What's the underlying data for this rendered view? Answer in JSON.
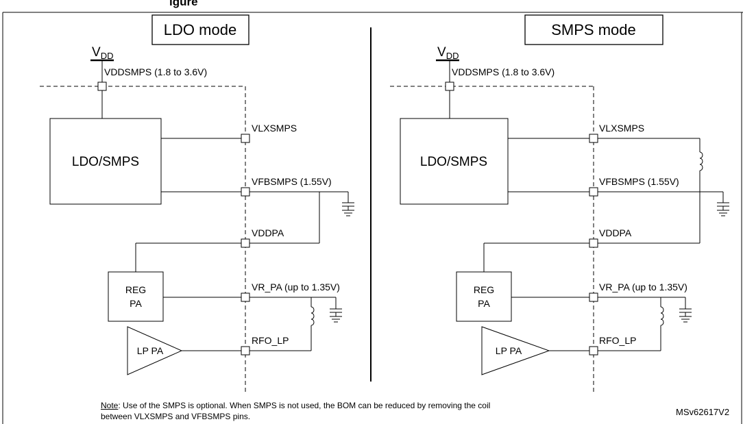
{
  "title_partial": "igure",
  "panels": [
    {
      "id": "ldo",
      "mode_label": "LDO mode",
      "supply_main": "V",
      "supply_sub": "DD",
      "supply_pin": "VDDSMPS (1.8 to 3.6V)",
      "block": "LDO/SMPS",
      "pins": [
        "VLXSMPS",
        "VFBSMPS (1.55V)",
        "VDDPA",
        "VR_PA (up to 1.35V)",
        "RFO_LP"
      ],
      "reg_line1": "REG",
      "reg_line2": "PA",
      "amp": "LP PA"
    },
    {
      "id": "smps",
      "mode_label": "SMPS mode",
      "supply_main": "V",
      "supply_sub": "DD",
      "supply_pin": "VDDSMPS (1.8 to 3.6V)",
      "block": "LDO/SMPS",
      "pins": [
        "VLXSMPS",
        "VFBSMPS (1.55V)",
        "VDDPA",
        "VR_PA (up to 1.35V)",
        "RFO_LP"
      ],
      "reg_line1": "REG",
      "reg_line2": "PA",
      "amp": "LP PA"
    }
  ],
  "note": {
    "prefix": "Note",
    "line1": ": Use of the SMPS is optional. When SMPS is not used, the BOM can be reduced by removing the coil",
    "line2": "between VLXSMPS and VFBSMPS pins."
  },
  "ref": "MSv62617V2"
}
